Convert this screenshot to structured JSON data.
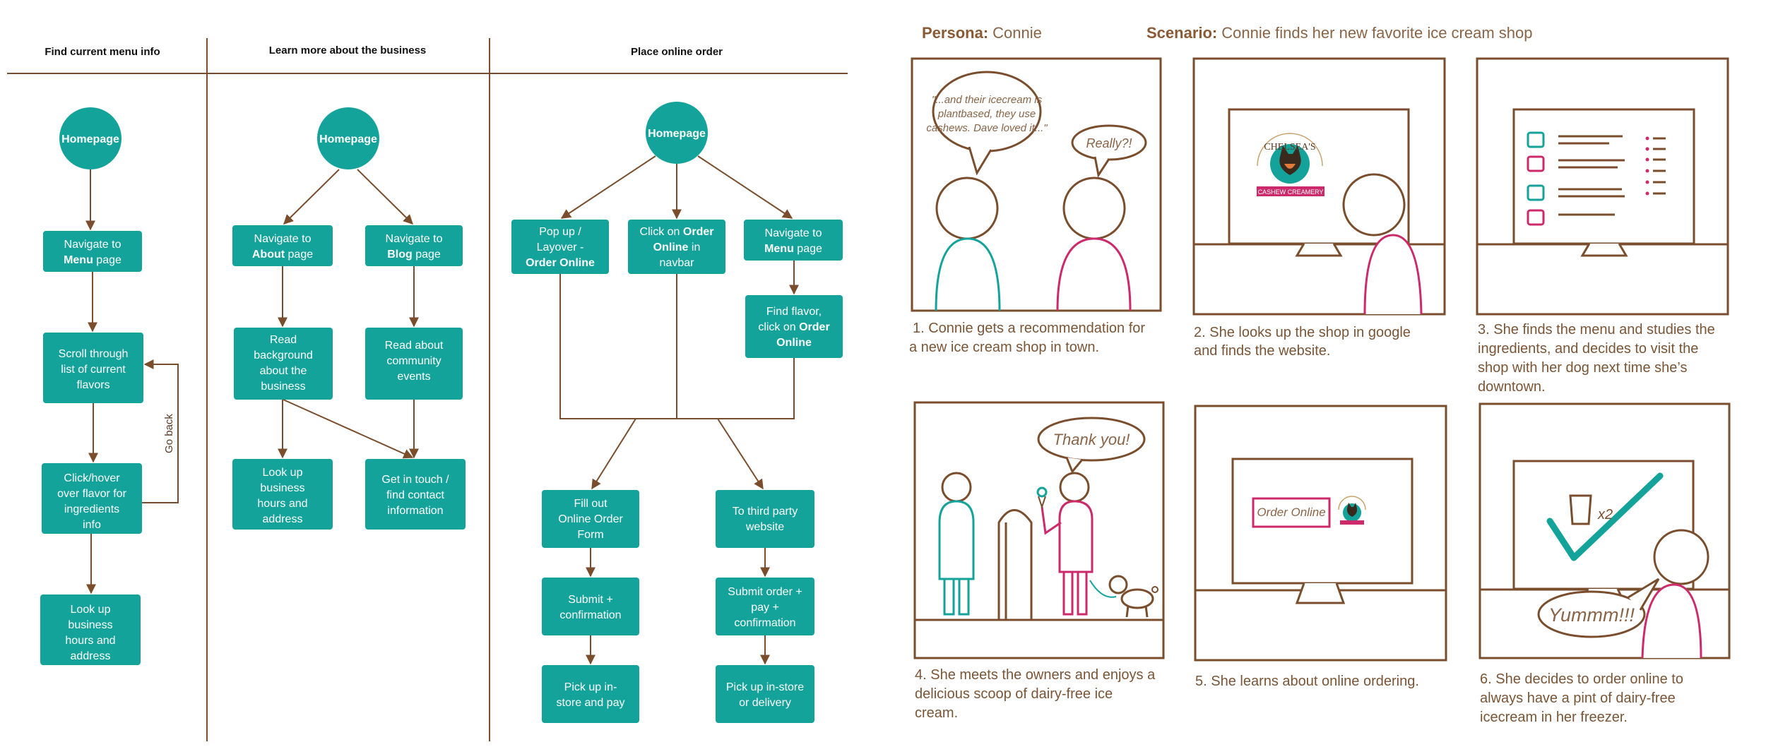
{
  "colors": {
    "teal": "#14a39b",
    "brown": "#7a4e2d",
    "pink": "#cc2a6b",
    "text": "#111111"
  },
  "flow": {
    "col1": {
      "title": "Find current menu  info",
      "homepage": "Homepage",
      "nav_menu": [
        "Navigate to",
        "Menu",
        " page"
      ],
      "scroll": [
        "Scroll through",
        "list of current",
        "flavors"
      ],
      "click_hover": [
        "Click/hover",
        "over flavor for",
        "ingredients",
        "info"
      ],
      "lookup": [
        "Look up",
        "business",
        "hours and",
        "address"
      ],
      "go_back": "Go back"
    },
    "col2": {
      "title": "Learn more about the business",
      "homepage": "Homepage",
      "nav_about": [
        "Navigate to",
        "About",
        " page"
      ],
      "nav_blog": [
        "Navigate to",
        "Blog",
        " page"
      ],
      "read_bg": [
        "Read",
        "background",
        "about the",
        "business"
      ],
      "read_events": [
        "Read about",
        "community",
        "events"
      ],
      "lookup": [
        "Look up",
        "business",
        "hours and",
        "address"
      ],
      "contact": [
        "Get in touch /",
        "find contact",
        "information"
      ]
    },
    "col3": {
      "title": "Place online order",
      "homepage": "Homepage",
      "popup": [
        "Pop up /",
        "Layover -",
        "Order Online"
      ],
      "click_order": [
        "Click on ",
        "Order",
        "Online",
        " in",
        "navbar"
      ],
      "nav_menu": [
        "Navigate to",
        "Menu",
        " page"
      ],
      "find_flavor": [
        "Find flavor,",
        "click on ",
        "Order",
        "Online"
      ],
      "fill_out": [
        "Fill out",
        "Online Order",
        "Form"
      ],
      "third_party": [
        "To third party",
        "website"
      ],
      "submit": [
        "Submit +",
        "confirmation"
      ],
      "submit_pay": [
        "Submit order +",
        "pay +",
        "confirmation"
      ],
      "pickup_pay": [
        "Pick up in-",
        "store and pay"
      ],
      "pickup_delivery": [
        "Pick up in-store",
        "or delivery"
      ]
    }
  },
  "storyboard": {
    "persona_label": "Persona:",
    "persona_value": "Connie",
    "scenario_label": "Scenario:",
    "scenario_value": "Connie finds her new favorite ice cream shop",
    "panels": [
      {
        "caption": [
          "1. Connie gets a recommendation for",
          "a new ice cream shop in town."
        ]
      },
      {
        "caption": [
          "2. She looks up the shop in google",
          "and finds the website."
        ]
      },
      {
        "caption": [
          "3. She finds the menu and studies the",
          "ingredients, and decides to visit the",
          "shop with her dog next time she’s",
          "downtown."
        ]
      },
      {
        "caption": [
          "4. She meets the owners and enjoys a",
          "delicious scoop of dairy-free ice",
          "cream."
        ]
      },
      {
        "caption": [
          "5. She learns about online ordering."
        ]
      },
      {
        "caption": [
          "6. She decides to order online to",
          "always have a pint of dairy-free",
          "icecream in her freezer."
        ]
      }
    ],
    "bubbles": {
      "p1_connie": [
        "\"...and their icecream is",
        "plantbased, they use",
        "cashews. Dave loved it...\""
      ],
      "p1_friend": "Really?!",
      "p4_owner": "Thank you!",
      "p6_connie": "Yummm!!!",
      "p6_times": "x2"
    },
    "logo": {
      "name": "CHELSEA'S",
      "sub": "CASHEW CREAMERY"
    },
    "order_online_button": "Order Online"
  }
}
